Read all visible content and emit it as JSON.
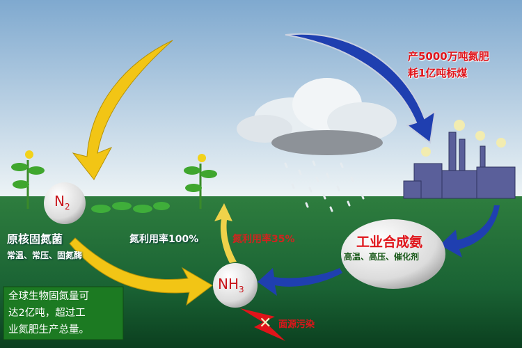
{
  "nodes": {
    "n2": {
      "label": "N",
      "sub": "2"
    },
    "nh3": {
      "label": "NH",
      "sub": "3"
    },
    "industrial": {
      "title": "工业合成氨",
      "conditions": "高温、高压、催化剂"
    }
  },
  "labels": {
    "bacteria_title": "原核固氮菌",
    "bacteria_conditions": "常温、常压、固氮酶",
    "bio_utilization": "氮利用率100%",
    "industrial_utilization": "氮利用率35%",
    "fertilizer_production": "产5000万吨氮肥",
    "coal_consumption": "耗1亿吨标煤",
    "pollution": "面源污染"
  },
  "info_box": {
    "lines": [
      "全球生物固氮量可",
      "达2亿吨，超过工",
      "业氮肥生产总量。"
    ]
  },
  "colors": {
    "sky_top": "#7fa9cf",
    "ground": "#1f6b3a",
    "bio_arrow": "#f2c515",
    "industrial_arrow": "#1f3fb0",
    "highlight_text": "#e0141a",
    "info_box": "#1c7a22"
  }
}
